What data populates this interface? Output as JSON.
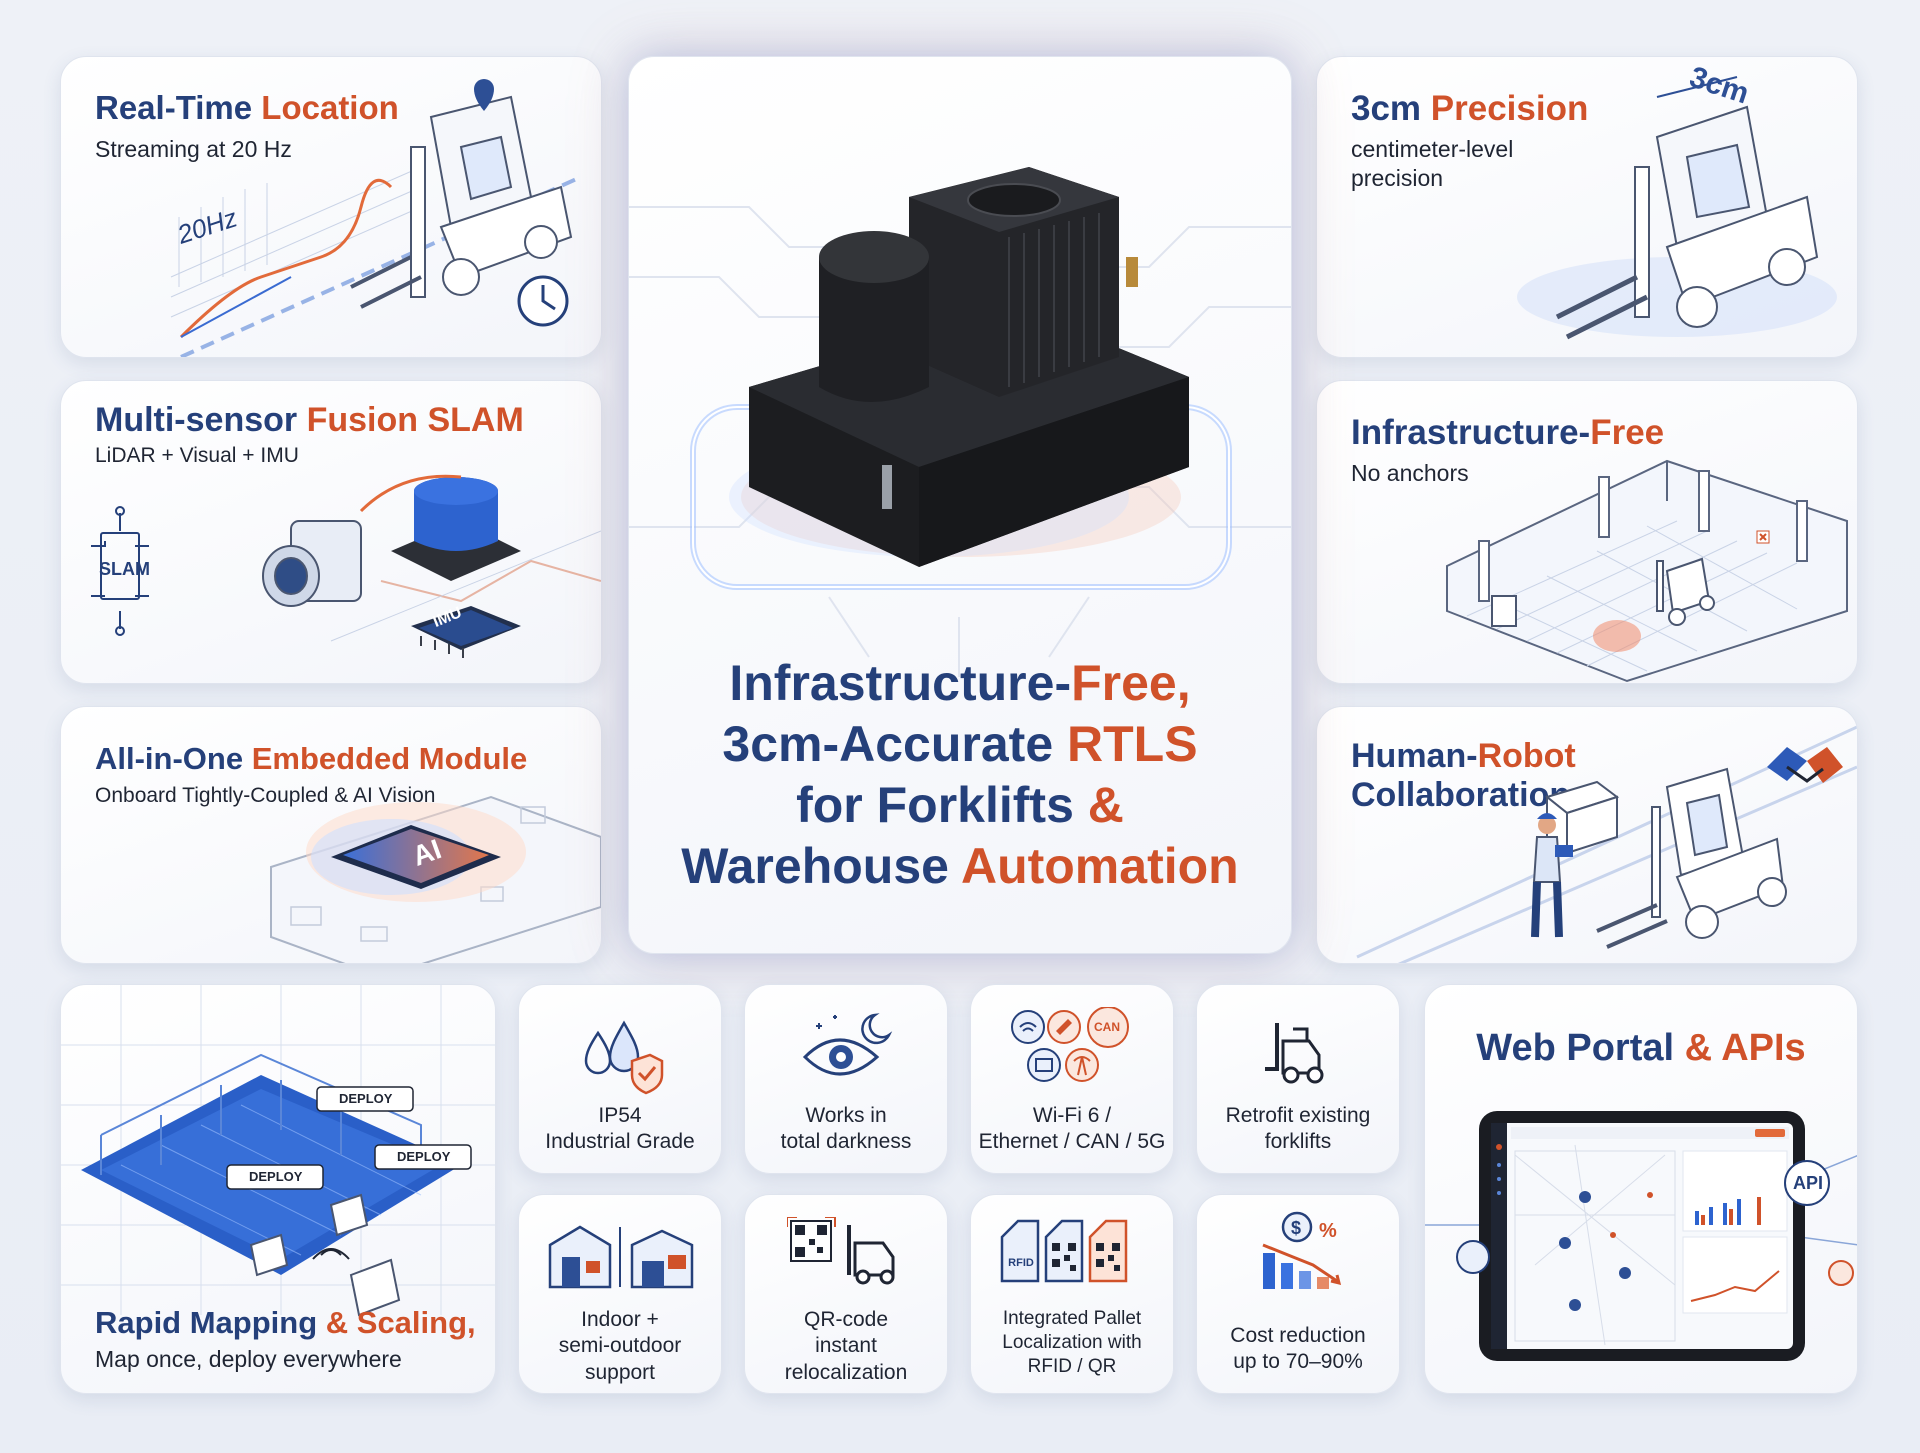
{
  "cards": {
    "realtime": {
      "title_a": "Real-Time",
      "title_b": " Location",
      "subtitle": "Streaming at 20 Hz",
      "chart_label": "20Hz"
    },
    "precision": {
      "title_a": "3cm",
      "title_b": " Precision",
      "subtitle": "centimeter-level precision",
      "callout": "3cm"
    },
    "slam": {
      "title_a": "Multi-sensor",
      "title_b": " Fusion SLAM",
      "subtitle": "LiDAR + Visual + IMU",
      "slam_label": "SLAM",
      "imu_label": "IMU"
    },
    "infra": {
      "title_a": "Infrastructure-",
      "title_b": "Free",
      "subtitle": "No anchors"
    },
    "allinone": {
      "title_a": "All-in-One",
      "title_b": " Embedded Module",
      "subtitle": "Onboard Tightly-Coupled & AI Vision",
      "chip_label": "AI"
    },
    "hrc": {
      "title_a": "Human-",
      "title_b": "Robot",
      "title_c": "Collaboration"
    },
    "mapping": {
      "title_a": "Rapid Mapping",
      "title_b": " & Scaling,",
      "subtitle": "Map once, deploy everywhere",
      "deploy_label": "DEPLOY"
    },
    "web": {
      "title_a": "Web Portal",
      "title_b": " & APIs",
      "api_label": "API"
    }
  },
  "hero": {
    "line1_a": "Infrastructure-",
    "line1_b": "Free,",
    "line2_a": "3cm-Accurate ",
    "line2_b": "RTLS",
    "line3_a": "for Forklifts ",
    "line3_b": "&",
    "line4_a": "Warehouse ",
    "line4_b": "Automation"
  },
  "features": [
    {
      "label1": "IP54",
      "label2": "Industrial Grade",
      "icon": "water-shield-icon"
    },
    {
      "label1": "Works in",
      "label2": "total darkness",
      "icon": "eye-moon-icon"
    },
    {
      "label1": "Wi-Fi 6 /",
      "label2": "Ethernet / CAN / 5G",
      "icon": "connectivity-icon",
      "badge": "CAN"
    },
    {
      "label1": "Retrofit existing",
      "label2": "forklifts",
      "icon": "forklift-icon"
    },
    {
      "label1": "Indoor +",
      "label2": "semi-outdoor",
      "label3": "support",
      "icon": "warehouse-icon"
    },
    {
      "label1": "QR-code",
      "label2": "instant",
      "label3": "relocalization",
      "icon": "qr-forklift-icon"
    },
    {
      "label1": "Integrated Pallet",
      "label2": "Localization with",
      "label3": "RFID / QR",
      "icon": "rfid-tag-icon",
      "badge": "RFID"
    },
    {
      "label1": "Cost reduction",
      "label2": "up to 70–90%",
      "icon": "cost-chart-icon"
    }
  ],
  "colors": {
    "navy": "#25407a",
    "orange": "#d0522a",
    "blue_accent": "#2d6fd6"
  }
}
